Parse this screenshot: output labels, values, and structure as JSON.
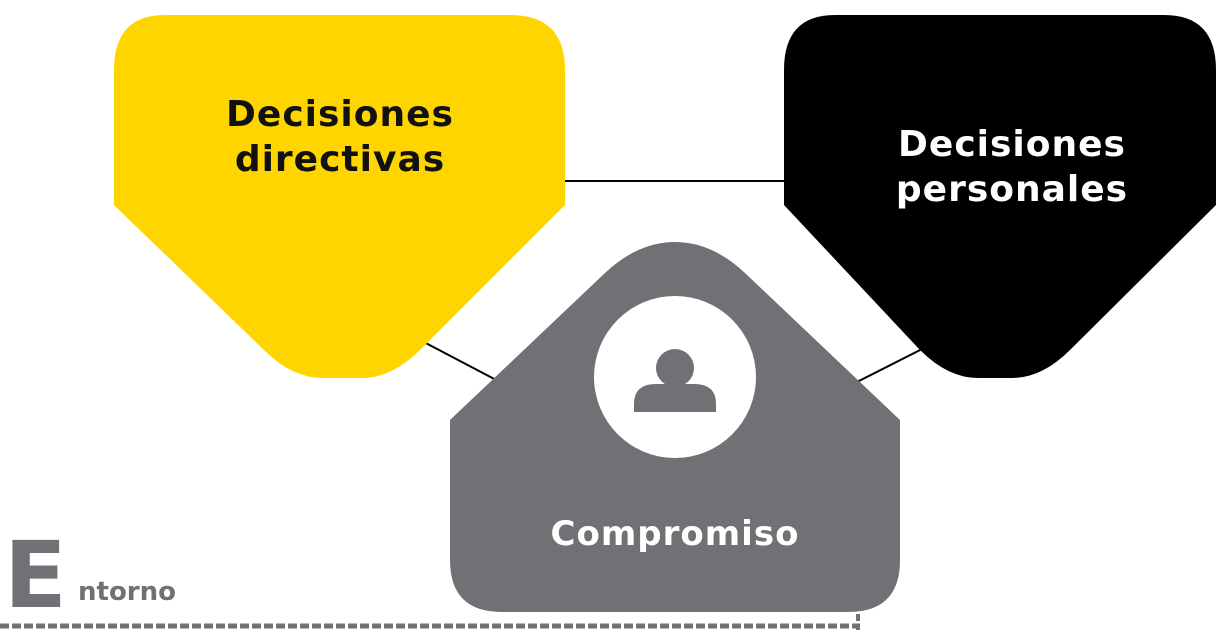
{
  "nodes": {
    "left": {
      "lines": [
        "Decisiones",
        "directivas"
      ]
    },
    "right": {
      "lines": [
        "Decisiones",
        "personales"
      ]
    },
    "center": {
      "label": "Compromiso",
      "icon": "user-icon"
    }
  },
  "environment": {
    "initial": "E",
    "rest": "ntorno"
  },
  "colors": {
    "yellow": "#FFD500",
    "black": "#000000",
    "gray": "#707075",
    "connector": "#000000",
    "text_dark": "#111111",
    "text_light": "#ffffff"
  }
}
